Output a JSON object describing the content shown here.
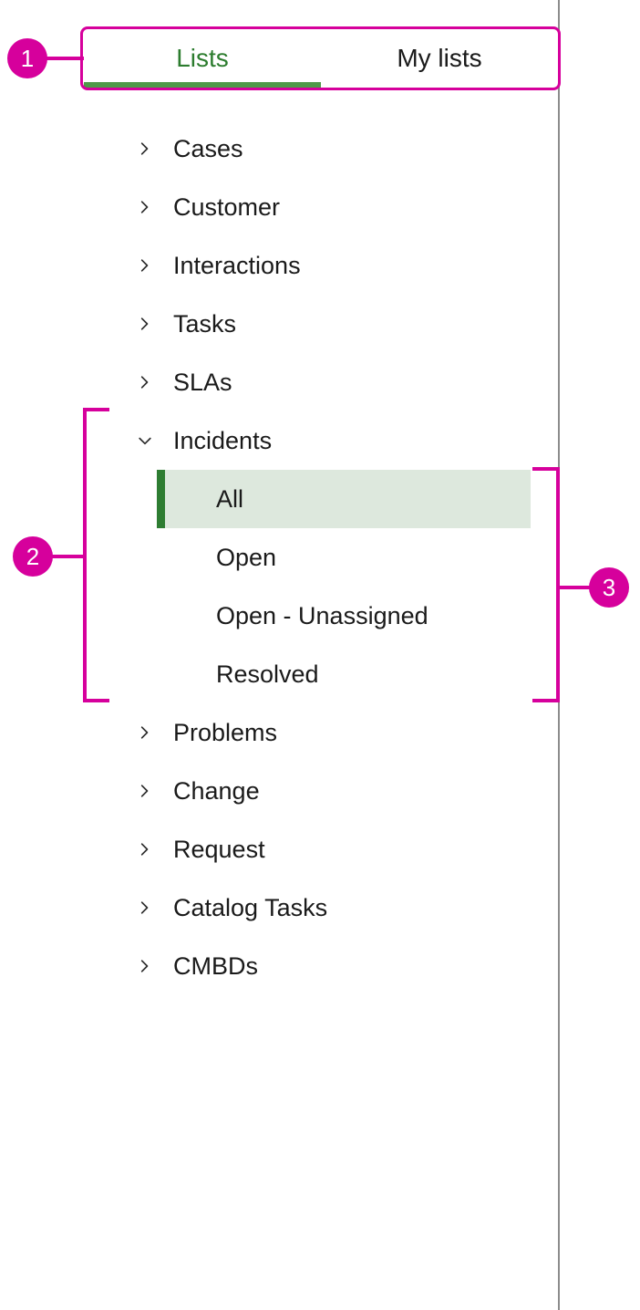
{
  "colors": {
    "annotation": "#d6009c",
    "tab_active_text": "#2c7c2e",
    "tab_underline": "#4f9a48",
    "selected_bg": "#dde8dd",
    "selected_bar": "#2e7d32",
    "panel_border": "#8c8c8c",
    "tabbar_border": "#d2d2d2",
    "text": "#1a1a1a"
  },
  "tabs": [
    {
      "label": "Lists",
      "active": true
    },
    {
      "label": "My lists",
      "active": false
    }
  ],
  "tree": {
    "items": [
      {
        "label": "Cases",
        "expanded": false
      },
      {
        "label": "Customer",
        "expanded": false
      },
      {
        "label": "Interactions",
        "expanded": false
      },
      {
        "label": "Tasks",
        "expanded": false
      },
      {
        "label": "SLAs",
        "expanded": false
      },
      {
        "label": "Incidents",
        "expanded": true,
        "children": [
          {
            "label": "All",
            "selected": true
          },
          {
            "label": "Open",
            "selected": false
          },
          {
            "label": "Open - Unassigned",
            "selected": false
          },
          {
            "label": "Resolved",
            "selected": false
          }
        ]
      },
      {
        "label": "Problems",
        "expanded": false
      },
      {
        "label": "Change",
        "expanded": false
      },
      {
        "label": "Request",
        "expanded": false
      },
      {
        "label": "Catalog Tasks",
        "expanded": false
      },
      {
        "label": "CMBDs",
        "expanded": false
      }
    ]
  },
  "annotations": [
    {
      "number": "1"
    },
    {
      "number": "2"
    },
    {
      "number": "3"
    }
  ]
}
